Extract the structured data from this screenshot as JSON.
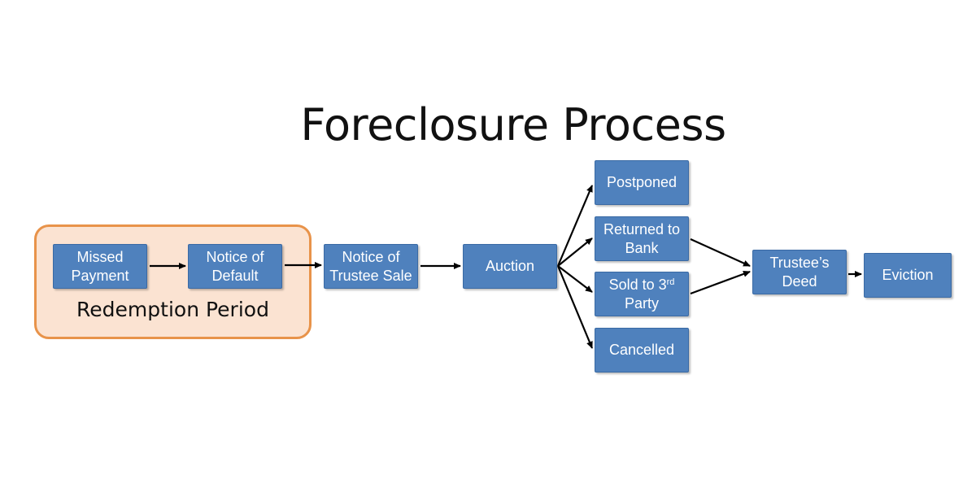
{
  "title": "Foreclosure Process",
  "region": {
    "label": "Redemption Period",
    "fill": "#fbe3d2",
    "border": "#e8934a"
  },
  "colors": {
    "node_fill": "#4f81bd",
    "node_text": "#ffffff",
    "arrow": "#000000"
  },
  "nodes": {
    "missed_payment": {
      "line1": "Missed",
      "line2": "Payment"
    },
    "notice_of_default": {
      "line1": "Notice of",
      "line2": "Default"
    },
    "notice_of_trustee_sale": {
      "line1": "Notice of",
      "line2": "Trustee Sale"
    },
    "auction": {
      "line1": "Auction"
    },
    "postponed": {
      "line1": "Postponed"
    },
    "returned_to_bank": {
      "line1": "Returned to",
      "line2": "Bank"
    },
    "sold_to_3rd_party": {
      "line1_main": "Sold to 3",
      "line1_sup": "rd",
      "line2": "Party"
    },
    "cancelled": {
      "line1": "Cancelled"
    },
    "trustees_deed": {
      "line1": "Trustee’s",
      "line2": "Deed"
    },
    "eviction": {
      "line1": "Eviction"
    }
  },
  "edges": [
    {
      "from": "missed_payment",
      "to": "notice_of_default"
    },
    {
      "from": "notice_of_default",
      "to": "notice_of_trustee_sale"
    },
    {
      "from": "notice_of_trustee_sale",
      "to": "auction"
    },
    {
      "from": "auction",
      "to": "postponed"
    },
    {
      "from": "auction",
      "to": "returned_to_bank"
    },
    {
      "from": "auction",
      "to": "sold_to_3rd_party"
    },
    {
      "from": "auction",
      "to": "cancelled"
    },
    {
      "from": "returned_to_bank",
      "to": "trustees_deed"
    },
    {
      "from": "sold_to_3rd_party",
      "to": "trustees_deed"
    },
    {
      "from": "trustees_deed",
      "to": "eviction"
    }
  ]
}
